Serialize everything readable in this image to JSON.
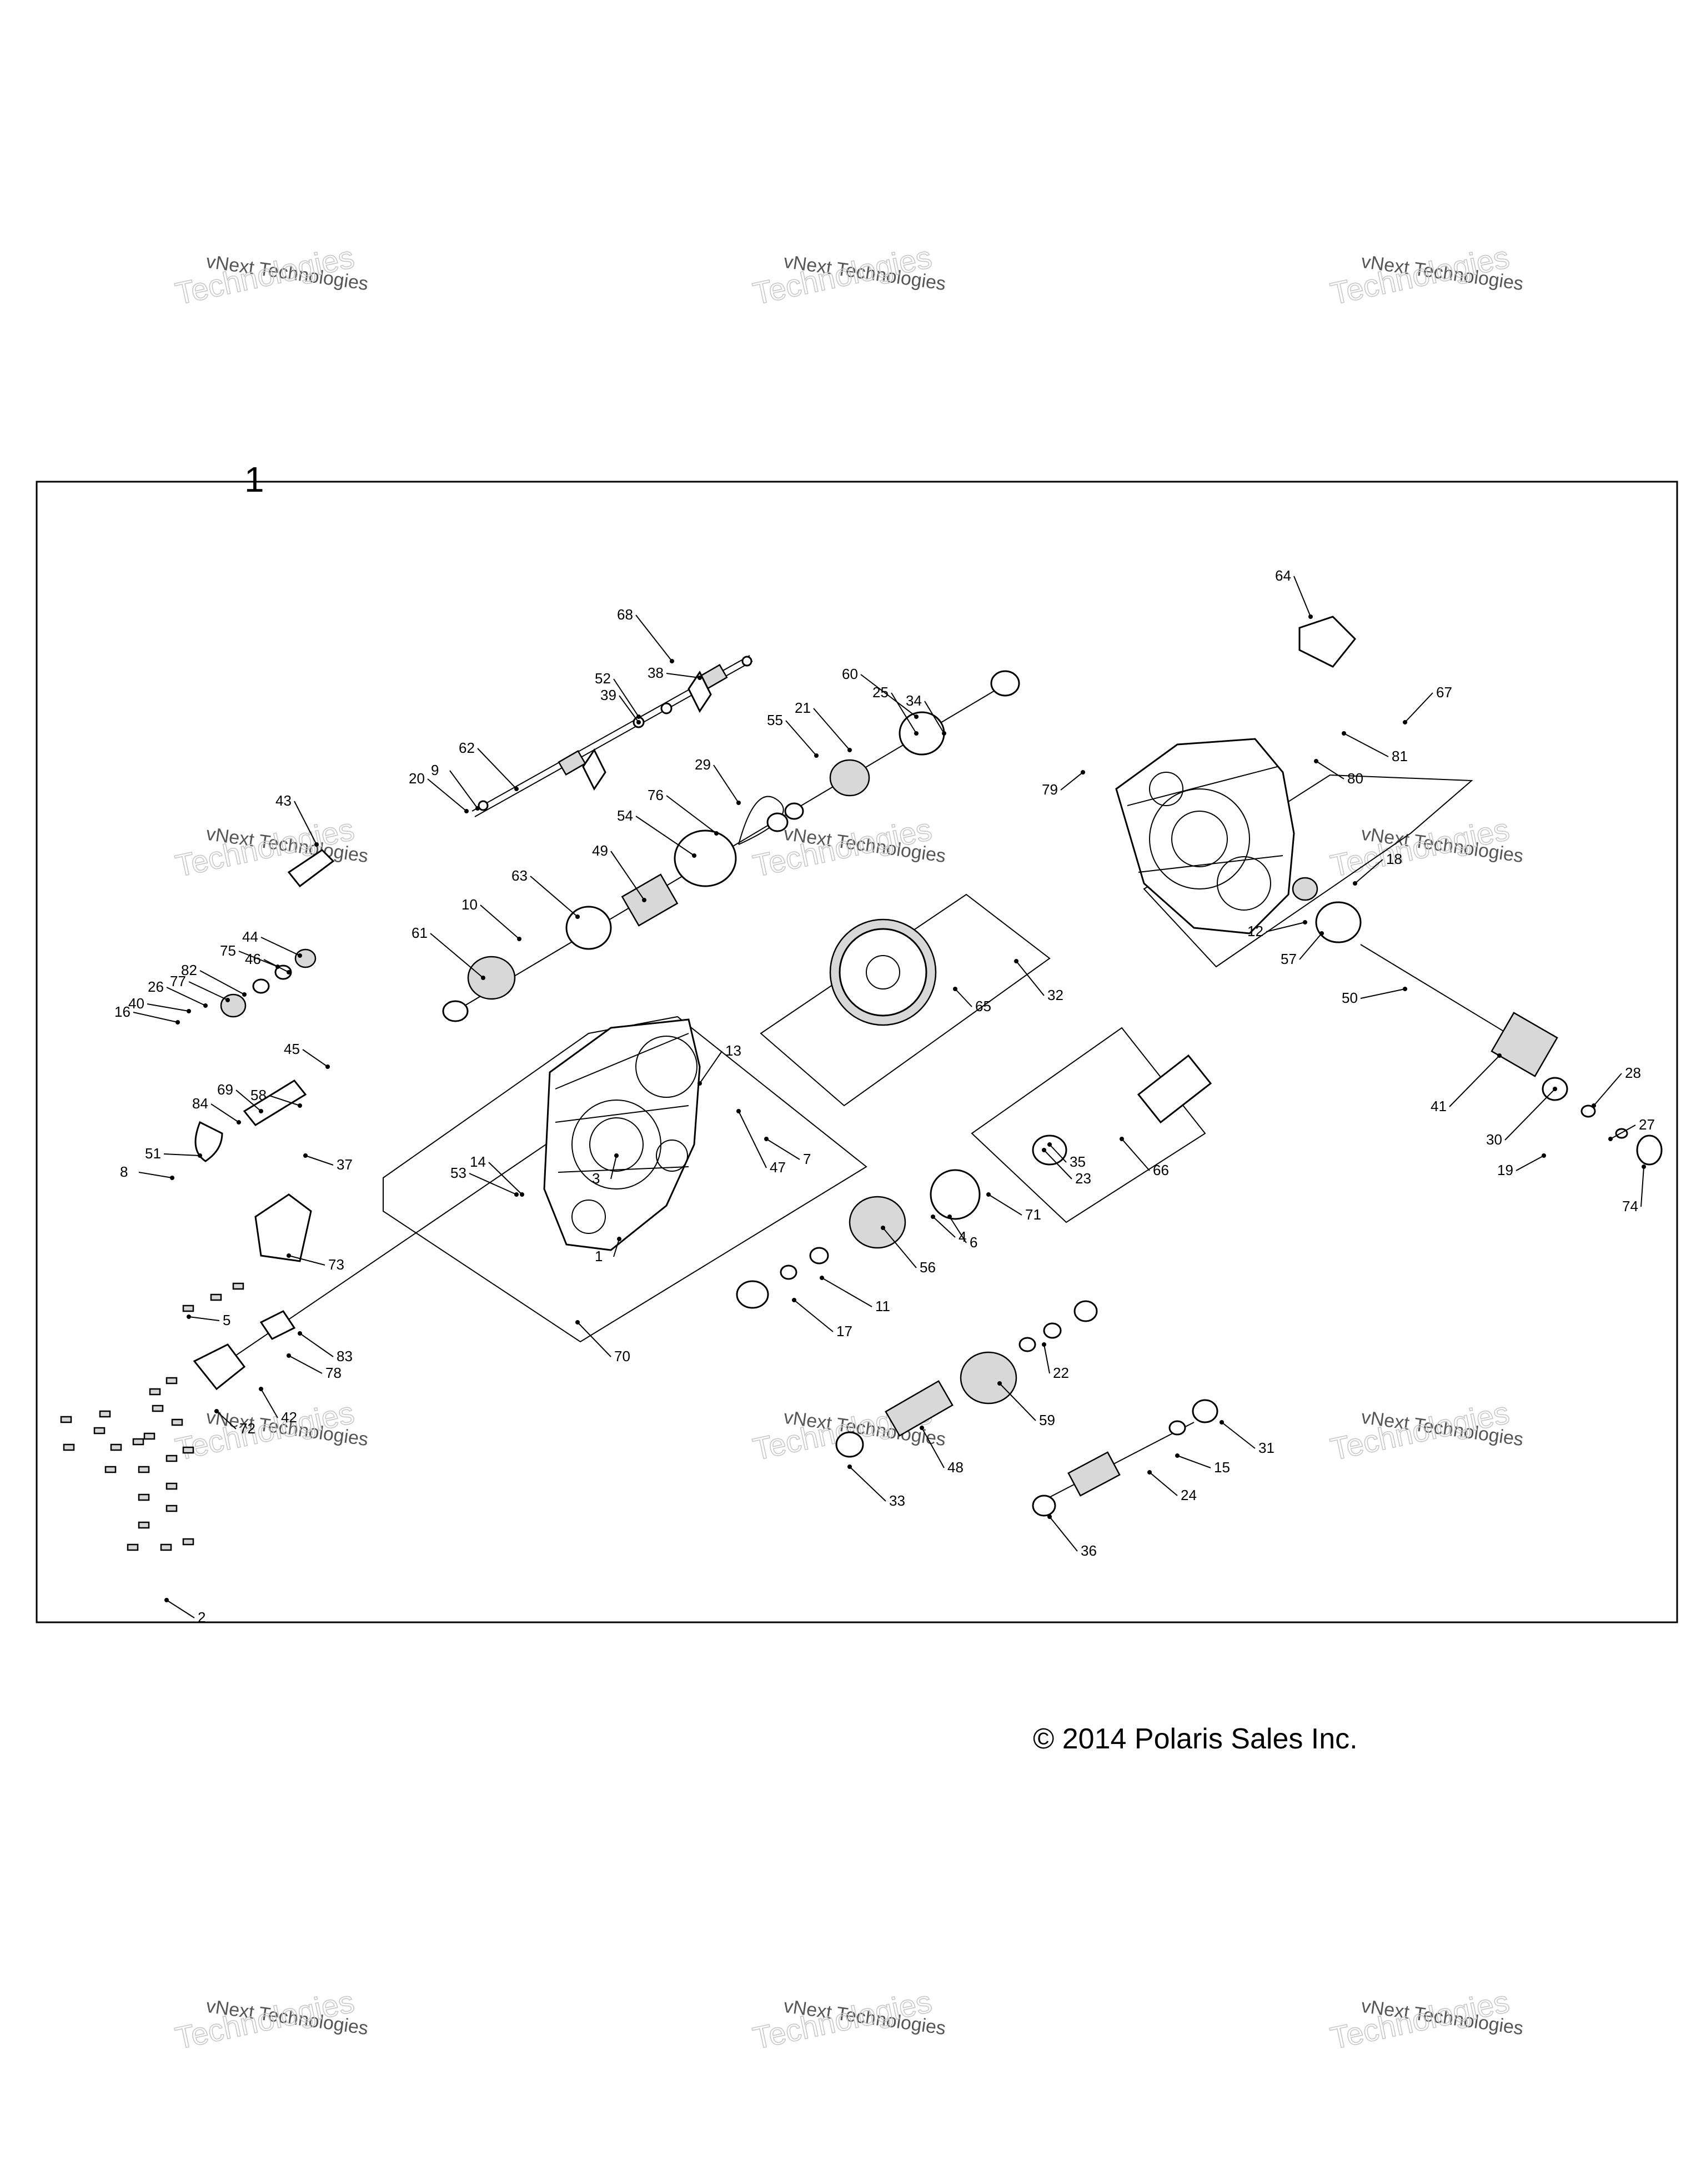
{
  "figure": {
    "assembly_label": "1",
    "copyright": "© 2014 Polaris Sales Inc."
  },
  "watermark": {
    "line1": "vNext Technologies",
    "line2": "Technologies"
  },
  "callouts": [
    "1",
    "2",
    "3",
    "4",
    "5",
    "6",
    "7",
    "8",
    "9",
    "10",
    "11",
    "12",
    "13",
    "14",
    "15",
    "16",
    "17",
    "18",
    "19",
    "20",
    "21",
    "22",
    "23",
    "24",
    "25",
    "26",
    "27",
    "28",
    "29",
    "30",
    "31",
    "32",
    "33",
    "34",
    "35",
    "36",
    "37",
    "38",
    "39",
    "40",
    "41",
    "42",
    "43",
    "44",
    "45",
    "46",
    "47",
    "48",
    "49",
    "50",
    "51",
    "52",
    "53",
    "54",
    "55",
    "56",
    "57",
    "58",
    "59",
    "60",
    "61",
    "62",
    "63",
    "64",
    "65",
    "66",
    "67",
    "68",
    "69",
    "70",
    "71",
    "72",
    "73",
    "74",
    "75",
    "76",
    "77",
    "78",
    "79",
    "80",
    "81",
    "82",
    "83",
    "84"
  ],
  "colors": {
    "line": "#000000",
    "watermark": "#8a8a8a",
    "background": "#ffffff"
  }
}
